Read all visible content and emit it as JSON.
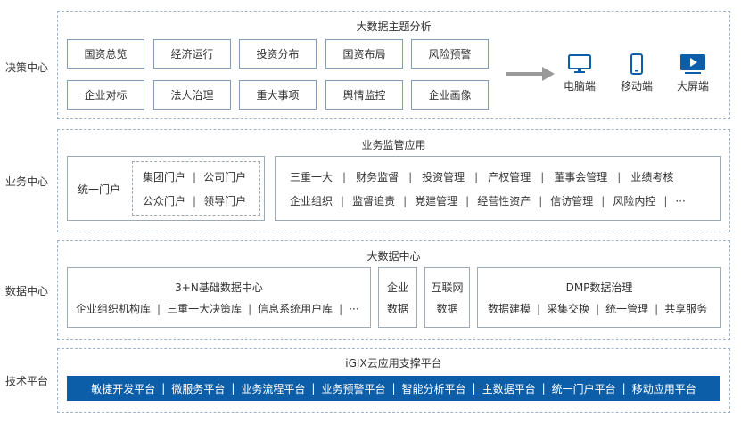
{
  "layers": {
    "decision": "决策中心",
    "business": "业务中心",
    "data": "数据中心",
    "tech": "技术平台"
  },
  "decision_section": {
    "title": "大数据主题分析",
    "row1": [
      "国资总览",
      "经济运行",
      "投资分布",
      "国资布局",
      "风险预警"
    ],
    "row2": [
      "企业对标",
      "法人治理",
      "重大事项",
      "舆情监控",
      "企业画像"
    ],
    "devices": [
      "电脑端",
      "移动端",
      "大屏端"
    ]
  },
  "business_section": {
    "title": "业务监管应用",
    "portal_label": "统一门户",
    "portal_items": [
      "集团门户",
      "公司门户",
      "公众门户",
      "领导门户"
    ],
    "apps_row1": [
      "三重一大",
      "财务监督",
      "投资管理",
      "产权管理",
      "董事会管理",
      "业绩考核"
    ],
    "apps_row2": [
      "企业组织",
      "监督追责",
      "党建管理",
      "经营性资产",
      "信访管理",
      "风险内控",
      "···"
    ]
  },
  "data_section": {
    "title": "大数据中心",
    "base_title": "3+N基础数据中心",
    "base_items": [
      "企业组织机构库",
      "三重一大决策库",
      "信息系统用户库",
      "···"
    ],
    "enterprise": [
      "企业",
      "数据"
    ],
    "internet": [
      "互联网",
      "数据"
    ],
    "dmp_title": "DMP数据治理",
    "dmp_items": [
      "数据建模",
      "采集交换",
      "统一管理",
      "共享服务"
    ]
  },
  "tech_section": {
    "title": "iGIX云应用支撑平台",
    "platforms": [
      "敏捷开发平台",
      "微服务平台",
      "业务流程平台",
      "业务预警平台",
      "智能分析平台",
      "主数据平台",
      "统一门户平台",
      "移动应用平台"
    ]
  },
  "colors": {
    "border": "#7f9db9",
    "accent_blue": "#0d5ea8",
    "arrow_gray": "#9a9a9a"
  }
}
